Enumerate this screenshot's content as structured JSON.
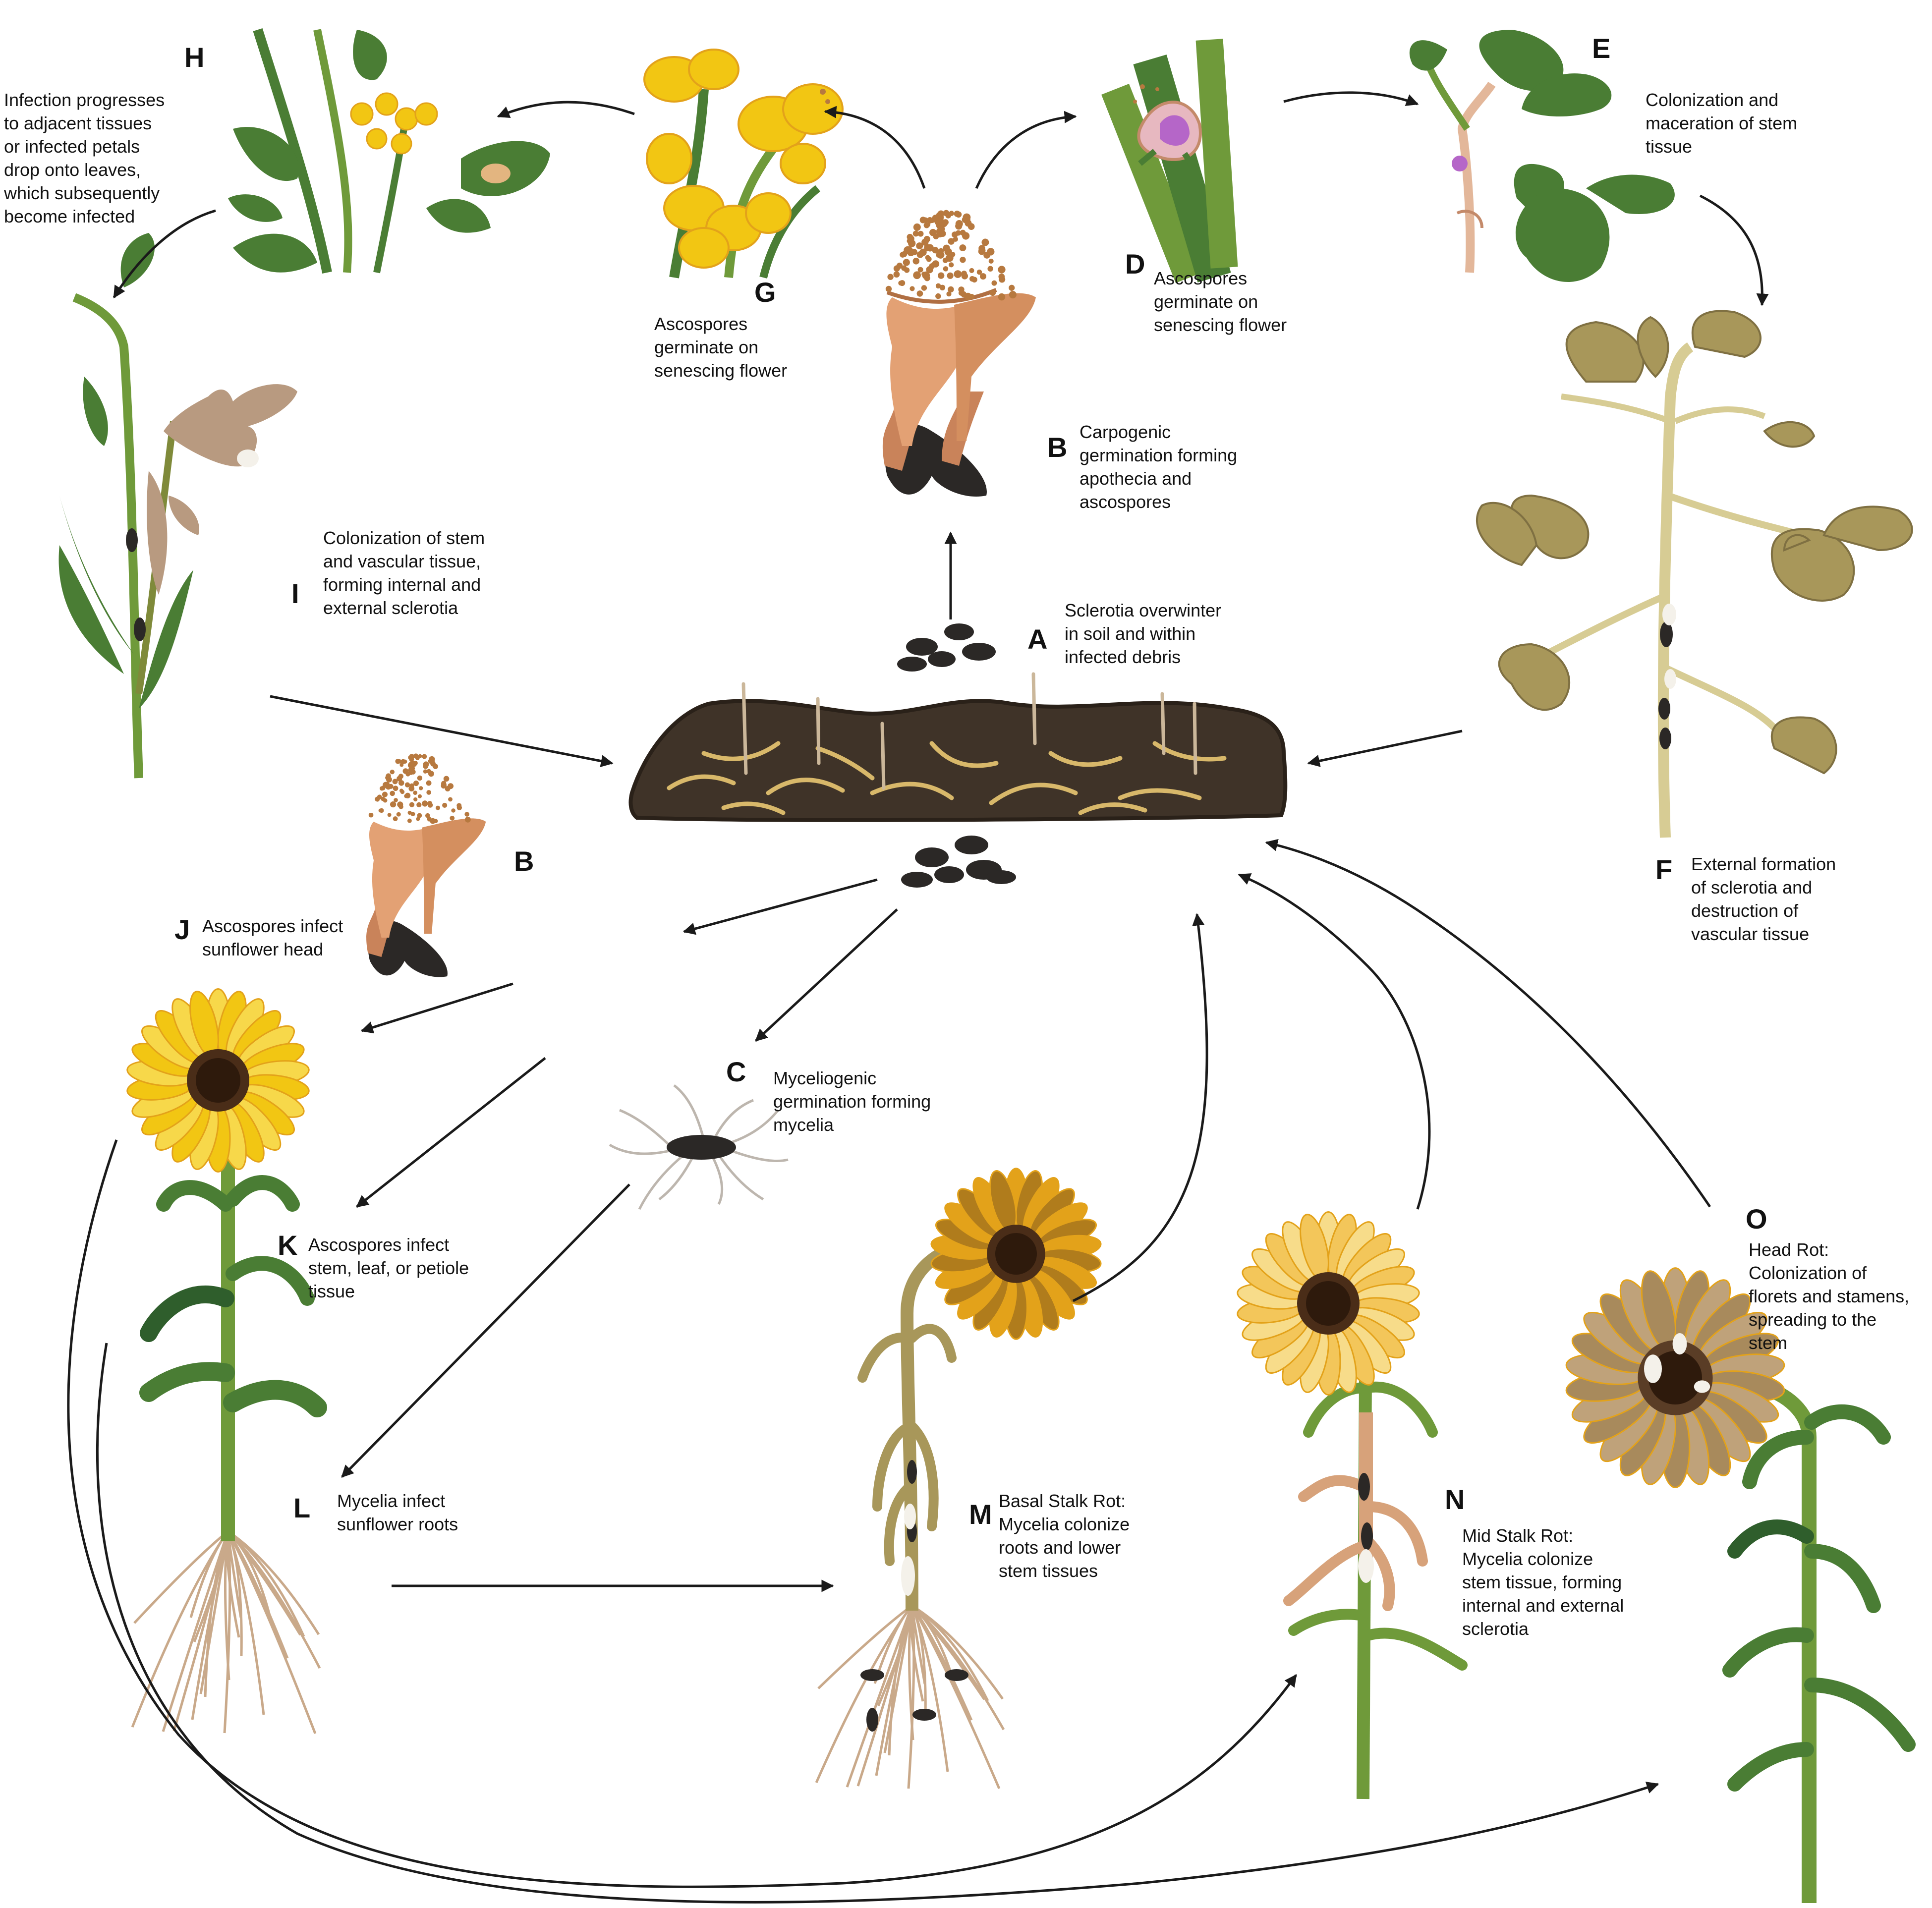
{
  "colors": {
    "arrow": "#1a1a1a",
    "soil": "#3f3328",
    "soil_edge": "#2a2119",
    "sclerotium": "#2b2826",
    "apothecium": "#e3a174",
    "spore": "#b7793f",
    "stem_green": "#6f9a3a",
    "leaf_green": "#4a7d34",
    "leaf_dark": "#2f5e2c",
    "leaf_diseased": "#a8975a",
    "stem_diseased": "#b89a80",
    "petal_yellow": "#f2c613",
    "petal_orange": "#e3a21a",
    "petal_pale": "#f3c65a",
    "petal_brown": "#a88a5c",
    "disk_brown": "#4a2d18",
    "root": "#c9a98a",
    "mycelium": "#bdb6ae",
    "flower_pink": "#e7b8c0",
    "flower_purple": "#b566c8"
  },
  "nodes": [
    {
      "id": "A",
      "letter": "A",
      "caption": "Sclerotia overwinter\nin soil and within\ninfected debris",
      "icon": "soil-sclerotia-icon"
    },
    {
      "id": "B_top",
      "letter": "B",
      "caption": "Carpogenic\ngermination forming\napothecia and\nascospores",
      "icon": "apothecia-icon"
    },
    {
      "id": "B_low",
      "letter": "B",
      "caption": "",
      "icon": "apothecia-icon"
    },
    {
      "id": "C",
      "letter": "C",
      "caption": "Myceliogenic\ngermination forming\nmycelia",
      "icon": "mycelia-icon"
    },
    {
      "id": "D",
      "letter": "D",
      "caption": "Ascospores\ngerminate on\nsenescing flower",
      "icon": "soybean-flower-icon"
    },
    {
      "id": "E",
      "letter": "E",
      "caption": "Colonization and\nmaceration of stem\ntissue",
      "icon": "soybean-stem-icon"
    },
    {
      "id": "F",
      "letter": "F",
      "caption": "External formation\nof sclerotia and\ndestruction of\nvascular tissue",
      "icon": "diseased-soybean-icon"
    },
    {
      "id": "G",
      "letter": "G",
      "caption": "Ascospores\ngerminate on\nsenescing flower",
      "icon": "canola-flower-icon"
    },
    {
      "id": "H",
      "letter": "H",
      "caption": "Infection progresses\nto adjacent tissues\nor infected petals\ndrop onto leaves,\nwhich subsequently\nbecome infected",
      "icon": "canola-plant-icon"
    },
    {
      "id": "I",
      "letter": "I",
      "caption": "Colonization of stem\nand vascular tissue,\nforming internal and\nexternal sclerotia",
      "icon": "diseased-canola-icon"
    },
    {
      "id": "J",
      "letter": "J",
      "caption": "Ascospores infect\nsunflower head",
      "icon": ""
    },
    {
      "id": "K",
      "letter": "K",
      "caption": "Ascospores infect\nstem, leaf, or petiole\ntissue",
      "icon": "sunflower-icon"
    },
    {
      "id": "L",
      "letter": "L",
      "caption": "Mycelia infect\nsunflower roots",
      "icon": ""
    },
    {
      "id": "M",
      "letter": "M",
      "caption": "Basal Stalk Rot:\nMycelia colonize\nroots and lower\nstem tissues",
      "icon": "wilted-sunflower-icon"
    },
    {
      "id": "N",
      "letter": "N",
      "caption": "Mid Stalk Rot:\nMycelia colonize\nstem tissue, forming\ninternal and external\nsclerotia",
      "icon": "mid-rot-sunflower-icon"
    },
    {
      "id": "O",
      "letter": "O",
      "caption": "Head Rot:\nColonization of\nflorets and stamens,\nspreading to the\nstem",
      "icon": "head-rot-sunflower-icon"
    }
  ],
  "edges": [
    {
      "from": "A",
      "to": "B_top"
    },
    {
      "from": "B_top",
      "to": "G"
    },
    {
      "from": "B_top",
      "to": "D"
    },
    {
      "from": "G",
      "to": "H"
    },
    {
      "from": "H",
      "to": "I"
    },
    {
      "from": "I",
      "to": "A"
    },
    {
      "from": "D",
      "to": "E"
    },
    {
      "from": "E",
      "to": "F"
    },
    {
      "from": "F",
      "to": "A"
    },
    {
      "from": "A",
      "to": "B_low"
    },
    {
      "from": "A",
      "to": "C"
    },
    {
      "from": "B_low",
      "to": "J"
    },
    {
      "from": "B_low",
      "to": "K"
    },
    {
      "from": "C",
      "to": "L"
    },
    {
      "from": "L",
      "to": "M"
    },
    {
      "from": "K",
      "to": "N"
    },
    {
      "from": "J",
      "to": "O"
    },
    {
      "from": "M",
      "to": "A"
    },
    {
      "from": "N",
      "to": "A"
    },
    {
      "from": "O",
      "to": "A"
    }
  ]
}
